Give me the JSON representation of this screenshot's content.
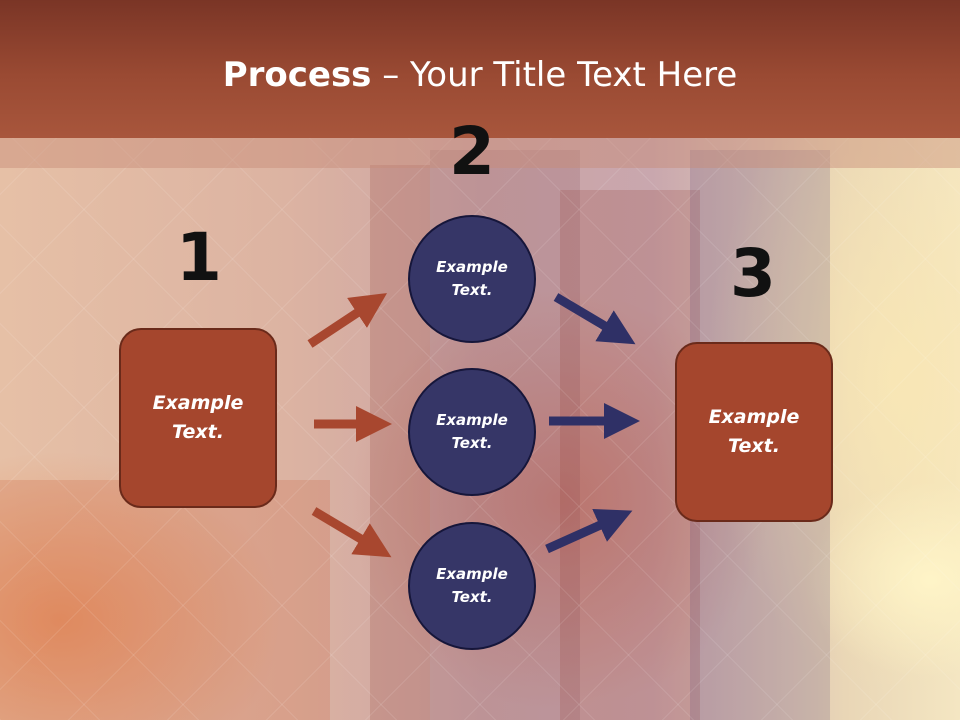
{
  "title": {
    "bold": "Process",
    "rest": " – Your Title Text Here"
  },
  "steps": [
    {
      "number": "1",
      "text": "Example\nText."
    },
    {
      "number": "2",
      "text": "Example\nText."
    },
    {
      "number": "3",
      "text": "Example\nText."
    }
  ],
  "circles": [
    {
      "text": "Example\nText."
    },
    {
      "text": "Example\nText."
    },
    {
      "text": "Example\nText."
    }
  ],
  "colors": {
    "title_bar": "#9a4a33",
    "box_fill": "#a5462d",
    "circle_fill": "#363667",
    "left_arrow": "#a8472f",
    "right_arrow": "#2f3066",
    "number": "#111111"
  }
}
